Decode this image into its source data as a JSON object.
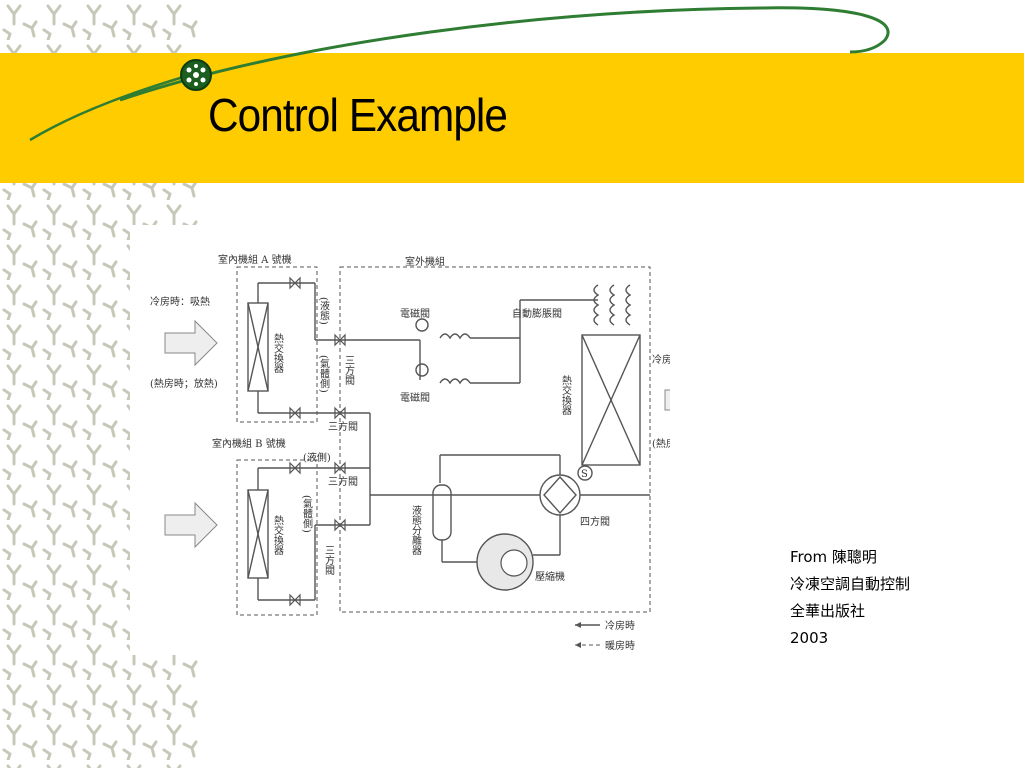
{
  "slide": {
    "title": "Control Example",
    "colors": {
      "title_bar": "#FFCC00",
      "swoosh": "#2E7D32",
      "pattern": "#C8C8B8"
    }
  },
  "source": {
    "line1": "From 陳聰明",
    "line2": "冷凍空調自動控制",
    "line3": "全華出版社",
    "line4": "2003"
  },
  "diagram": {
    "indoor_a": "室內機組 A 號機",
    "outdoor": "室外機組",
    "indoor_b": "室內機組 B 號機",
    "cooling_absorb": "冷房時：吸熱",
    "heating_release": "(熱房時；放熱)",
    "cooling_release": "冷房時；放熱",
    "heating_absorb": "(熱房時；吸熱)",
    "heat_exchanger": "熱交換器",
    "liquid_side_a": "(液態)",
    "gas_side_a": "(氣體側)",
    "liquid_side_b": "(液側)",
    "gas_side_b": "(氣體側)",
    "three_way_valve": "三方閥",
    "solenoid_valve": "電磁閥",
    "expansion_valve": "自動膨脹閥",
    "four_way_valve": "四方閥",
    "separator": "液態分離器",
    "compressor": "壓縮機",
    "legend_cooling": "冷房時",
    "legend_heating": "暖房時",
    "s_label": "S"
  }
}
